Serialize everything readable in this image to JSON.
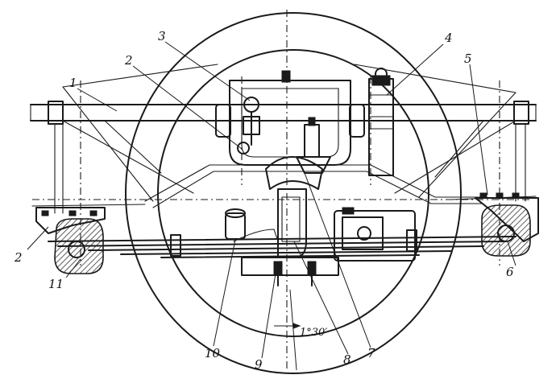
{
  "callouts": {
    "c1": "1",
    "c2_top": "2",
    "c3": "3",
    "c4": "4",
    "c5": "5",
    "c2_left": "2",
    "c6": "6",
    "c11": "11",
    "c10": "10",
    "c9": "9",
    "c8": "8",
    "c7": "7"
  },
  "angle_note": "1°30′"
}
